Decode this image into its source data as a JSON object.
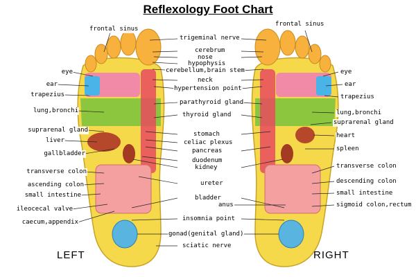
{
  "title": "Reflexology Foot Chart",
  "sides": {
    "left": "LEFT",
    "right": "RIGHT"
  },
  "labels": {
    "frontal_sinus_left": "frontal sinus",
    "frontal_sinus_right": "frontal sinus",
    "eye_left": "eye",
    "ear_left": "ear",
    "trapezius_left": "trapezius",
    "lung_bronchi_left": "lung,bronchi",
    "suprarenal_gland_left": "suprarenal gland",
    "liver": "liver",
    "gallbladder": "gallbladder",
    "transverse_colon_left": "transverse colon",
    "ascending_colon": "ascending colon",
    "small_intestine_left": "small intestine",
    "ileocecal_valve": "ileocecal valve",
    "caecum_appendix": "caecum,appendix",
    "trigeminal_nerve": "trigeminal nerve",
    "cerebrum": "cerebrum",
    "nose": "nose",
    "hypophysis": "hypophysis",
    "cerebellum_brain_stem": "cerebellum,brain stem",
    "neck": "neck",
    "hypertension_point": "hypertension point",
    "parathyroid_gland": "parathyroid gland",
    "thyroid_gland": "thyroid gland",
    "stomach": "stomach",
    "celiac_plexus": "celiac plexus",
    "pancreas": "pancreas",
    "duodenum": "duodenum",
    "kidney": "kidney",
    "ureter": "ureter",
    "bladder": "bladder",
    "anus": "anus",
    "insomnia_point": "insomnia point",
    "gonad": "gonad(genital gland)",
    "sciatic_nerve": "sciatic nerve",
    "eye_right": "eye",
    "ear_right": "ear",
    "trapezius_right": "trapezius",
    "lung_bronchi_right": "lung,bronchi",
    "suprarenal_gland_right": "suprarenal gland",
    "heart": "heart",
    "spleen": "spleen",
    "transverse_colon_right": "transverse colon",
    "descending_colon": "descending colon",
    "small_intestine_right": "small intestine",
    "sigmoid_colon_rectum": "sigmoid colon,rectum"
  },
  "colors": {
    "foot_base": "#f5d94a",
    "toe": "#f7b13c",
    "lung_zone": "#8cc63f",
    "eye_ear_zone": "#f08aa6",
    "ear_zone": "#4ab3e8",
    "spine_zone": "#e84a5f",
    "intestine": "#f4a0a0",
    "organ_dark": "#b5482a",
    "heel": "#f7c948"
  }
}
